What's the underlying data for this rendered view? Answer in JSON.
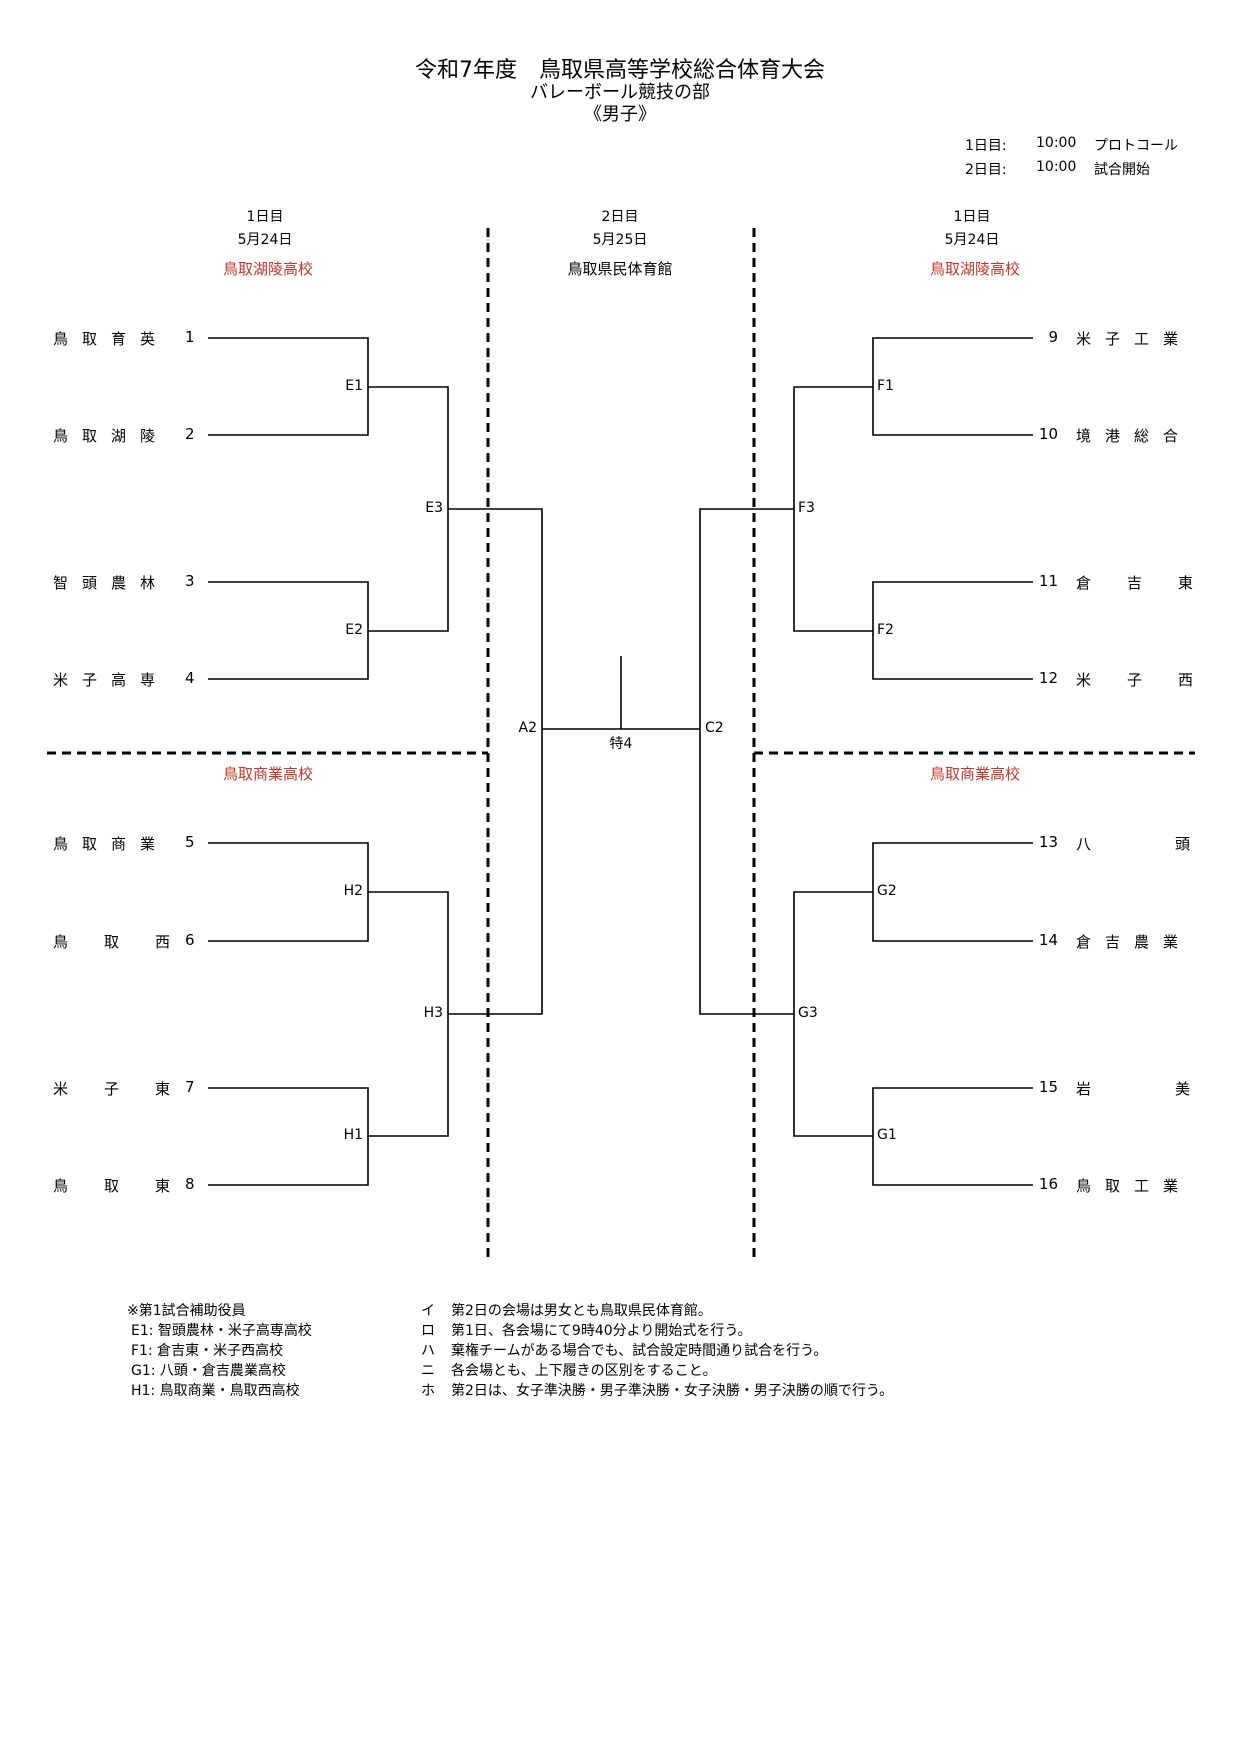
{
  "header": {
    "title": "令和7年度　鳥取県高等学校総合体育大会",
    "subtitle": "バレーボール競技の部",
    "division": "《男子》",
    "schedule": [
      {
        "day": "1日目:",
        "time": "10:00",
        "event": "プロトコール"
      },
      {
        "day": "2日目:",
        "time": "10:00",
        "event": "試合開始"
      }
    ]
  },
  "columns": {
    "left": {
      "day": "1日目",
      "date": "5月24日"
    },
    "center": {
      "day": "2日目",
      "date": "5月25日",
      "venue": "鳥取県民体育館"
    },
    "right": {
      "day": "1日目",
      "date": "5月24日"
    }
  },
  "venues": {
    "top_left": "鳥取湖陵高校",
    "top_right": "鳥取湖陵高校",
    "bottom_left": "鳥取商業高校",
    "bottom_right": "鳥取商業高校"
  },
  "teams_left": [
    {
      "name": "鳥取育英",
      "num": "1"
    },
    {
      "name": "鳥取湖陵",
      "num": "2"
    },
    {
      "name": "智頭農林",
      "num": "3"
    },
    {
      "name": "米子高専",
      "num": "4"
    },
    {
      "name": "鳥取商業",
      "num": "5"
    },
    {
      "name": "鳥取西",
      "num": "6"
    },
    {
      "name": "米子東",
      "num": "7"
    },
    {
      "name": "鳥取東",
      "num": "8"
    }
  ],
  "teams_right": [
    {
      "num": "9",
      "name": "米子工業"
    },
    {
      "num": "10",
      "name": "境港総合"
    },
    {
      "num": "11",
      "name": "倉吉東"
    },
    {
      "num": "12",
      "name": "米子西"
    },
    {
      "num": "13",
      "name": "八頭"
    },
    {
      "num": "14",
      "name": "倉吉農業"
    },
    {
      "num": "15",
      "name": "岩美"
    },
    {
      "num": "16",
      "name": "鳥取工業"
    }
  ],
  "matches": {
    "E1": "E1",
    "E2": "E2",
    "E3": "E3",
    "H1": "H1",
    "H2": "H2",
    "H3": "H3",
    "F1": "F1",
    "F2": "F2",
    "F3": "F3",
    "G1": "G1",
    "G2": "G2",
    "G3": "G3",
    "A2": "A2",
    "C2": "C2",
    "final": "特4"
  },
  "assist_notes": {
    "heading": "※第1試合補助役員",
    "items": [
      "E1:  智頭農林・米子高専高校",
      "F1:  倉吉東・米子西高校",
      "G1:  八頭・倉吉農業高校",
      "H1:  鳥取商業・鳥取西高校"
    ]
  },
  "rules": [
    {
      "mark": "イ",
      "text": "第2日の会場は男女とも鳥取県民体育館。"
    },
    {
      "mark": "ロ",
      "text": "第1日、各会場にて9時40分より開始式を行う。"
    },
    {
      "mark": "ハ",
      "text": "棄権チームがある場合でも、試合設定時間通り試合を行う。"
    },
    {
      "mark": "ニ",
      "text": "各会場とも、上下履きの区別をすること。"
    },
    {
      "mark": "ホ",
      "text": "第2日は、女子準決勝・男子準決勝・女子決勝・男子決勝の順で行う。"
    }
  ]
}
